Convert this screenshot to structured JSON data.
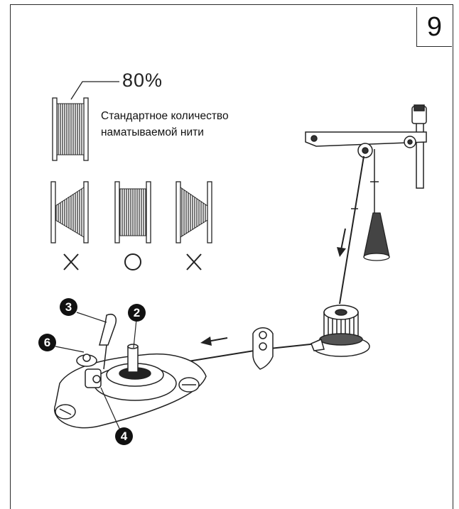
{
  "page_number": "9",
  "winding_amount": "80%",
  "caption_line1": "Стандартное количество",
  "caption_line2": "наматываемой нити",
  "examples": [
    {
      "mark": "×",
      "meaning": "wrong"
    },
    {
      "mark": "○",
      "meaning": "correct"
    },
    {
      "mark": "×",
      "meaning": "wrong"
    }
  ],
  "markers": {
    "thread_guide_lever": "3",
    "winder_spindle": "2",
    "adjust_screw": "6",
    "winder_base_screw": "4"
  }
}
